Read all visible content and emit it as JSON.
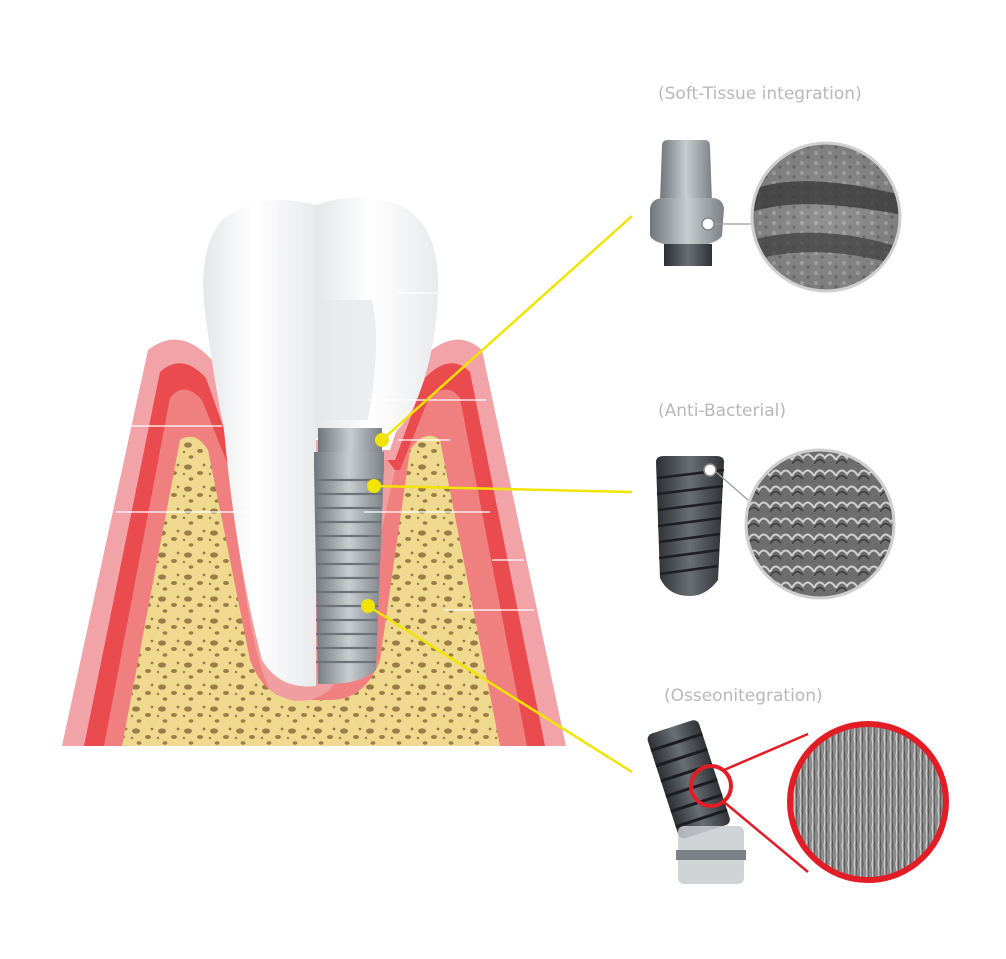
{
  "labels": {
    "soft_tissue": "(Soft-Tissue integration)",
    "anti_bacterial": "(Anti-Bacterial)",
    "osseointegration": "(Osseonitegration)"
  },
  "colors": {
    "gum_outer": "#f2a3a7",
    "gum_mid": "#ea4b4f",
    "gum_inner": "#f07f7f",
    "bone": "#efd98f",
    "bone_pores": "#8a6b3a",
    "tooth": "#f4f5f6",
    "implant_metal": "#9da3a8",
    "leader_line": "#f1e400",
    "sem_highlight": "#e31d25",
    "caption_text": "#b8b8b8"
  },
  "icons": [
    "abutment-icon",
    "implant-fixture-icon",
    "angled-implant-icon",
    "sem-surface-icon"
  ]
}
